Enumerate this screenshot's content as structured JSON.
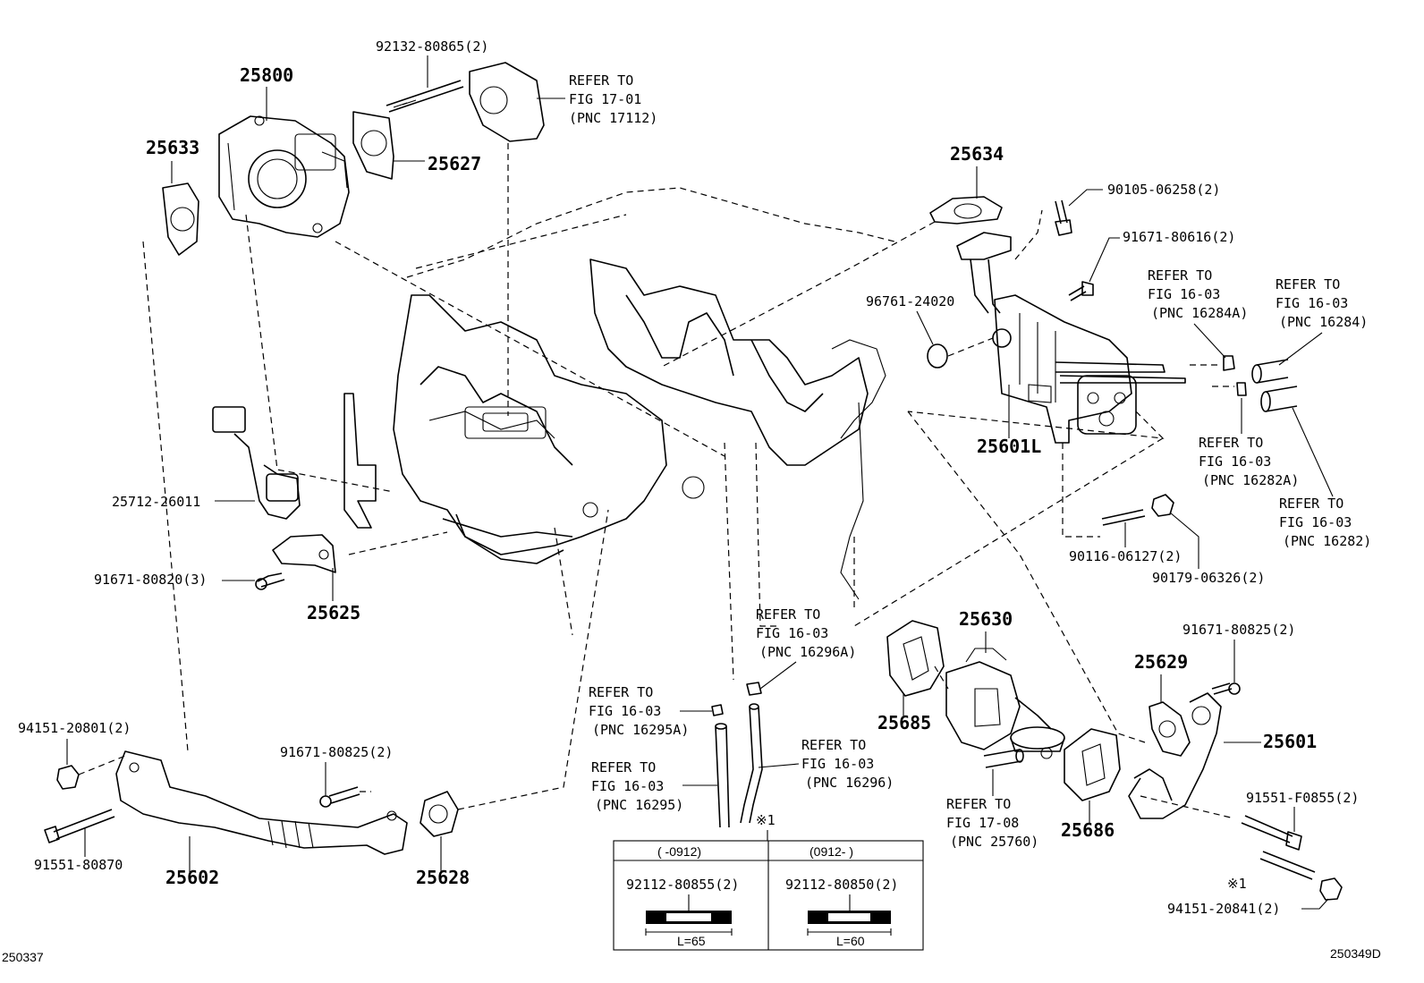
{
  "callouts": {
    "c25800": "25800",
    "c25633": "25633",
    "c25627": "25627",
    "c92132": "92132-80865(2)",
    "c25634": "25634",
    "c90105": "90105-06258(2)",
    "c91671_616": "91671-80616(2)",
    "c96761": "96761-24020",
    "c25601L": "25601L",
    "c25712": "25712-26011",
    "c91671_820": "91671-80820(3)",
    "c25625": "25625",
    "c90116": "90116-06127(2)",
    "c90179": "90179-06326(2)",
    "c25630": "25630",
    "c25685": "25685",
    "c25686": "25686",
    "c25629": "25629",
    "c91671_825r": "91671-80825(2)",
    "c25601": "25601",
    "c91551_f": "91551-F0855(2)",
    "c94151_841": "94151-20841(2)",
    "c94151_801": "94151-20801(2)",
    "c91671_825l": "91671-80825(2)",
    "c91551_870": "91551-80870",
    "c25602": "25602",
    "c25628": "25628",
    "x1_top": "※1",
    "x1_right": "※1"
  },
  "refs": {
    "r17112": [
      "REFER TO",
      "FIG 17-01",
      "(PNC 17112)"
    ],
    "r16284A": [
      "REFER TO",
      "FIG 16-03",
      "(PNC 16284A)"
    ],
    "r16284": [
      "REFER TO",
      "FIG 16-03",
      "(PNC 16284)"
    ],
    "r16282A": [
      "REFER TO",
      "FIG 16-03",
      "(PNC 16282A)"
    ],
    "r16282": [
      "REFER TO",
      "FIG 16-03",
      "(PNC 16282)"
    ],
    "r16296A": [
      "REFER TO",
      "FIG 16-03",
      "(PNC 16296A)"
    ],
    "r16295A": [
      "REFER TO",
      "FIG 16-03",
      "(PNC 16295A)"
    ],
    "r16295": [
      "REFER TO",
      "FIG 16-03",
      "(PNC 16295)"
    ],
    "r16296": [
      "REFER TO",
      "FIG 16-03",
      "(PNC 16296)"
    ],
    "r25760": [
      "REFER TO",
      "FIG 17-08",
      "(PNC 25760)"
    ]
  },
  "table": {
    "col1_header": "(    -0912)",
    "col2_header": "(0912-    )",
    "col1_part": "92112-80855(2)",
    "col2_part": "92112-80850(2)",
    "col1_length": "L=65",
    "col2_length": "L=60"
  },
  "footer": {
    "left_code": "250337",
    "right_code": "250349D"
  }
}
